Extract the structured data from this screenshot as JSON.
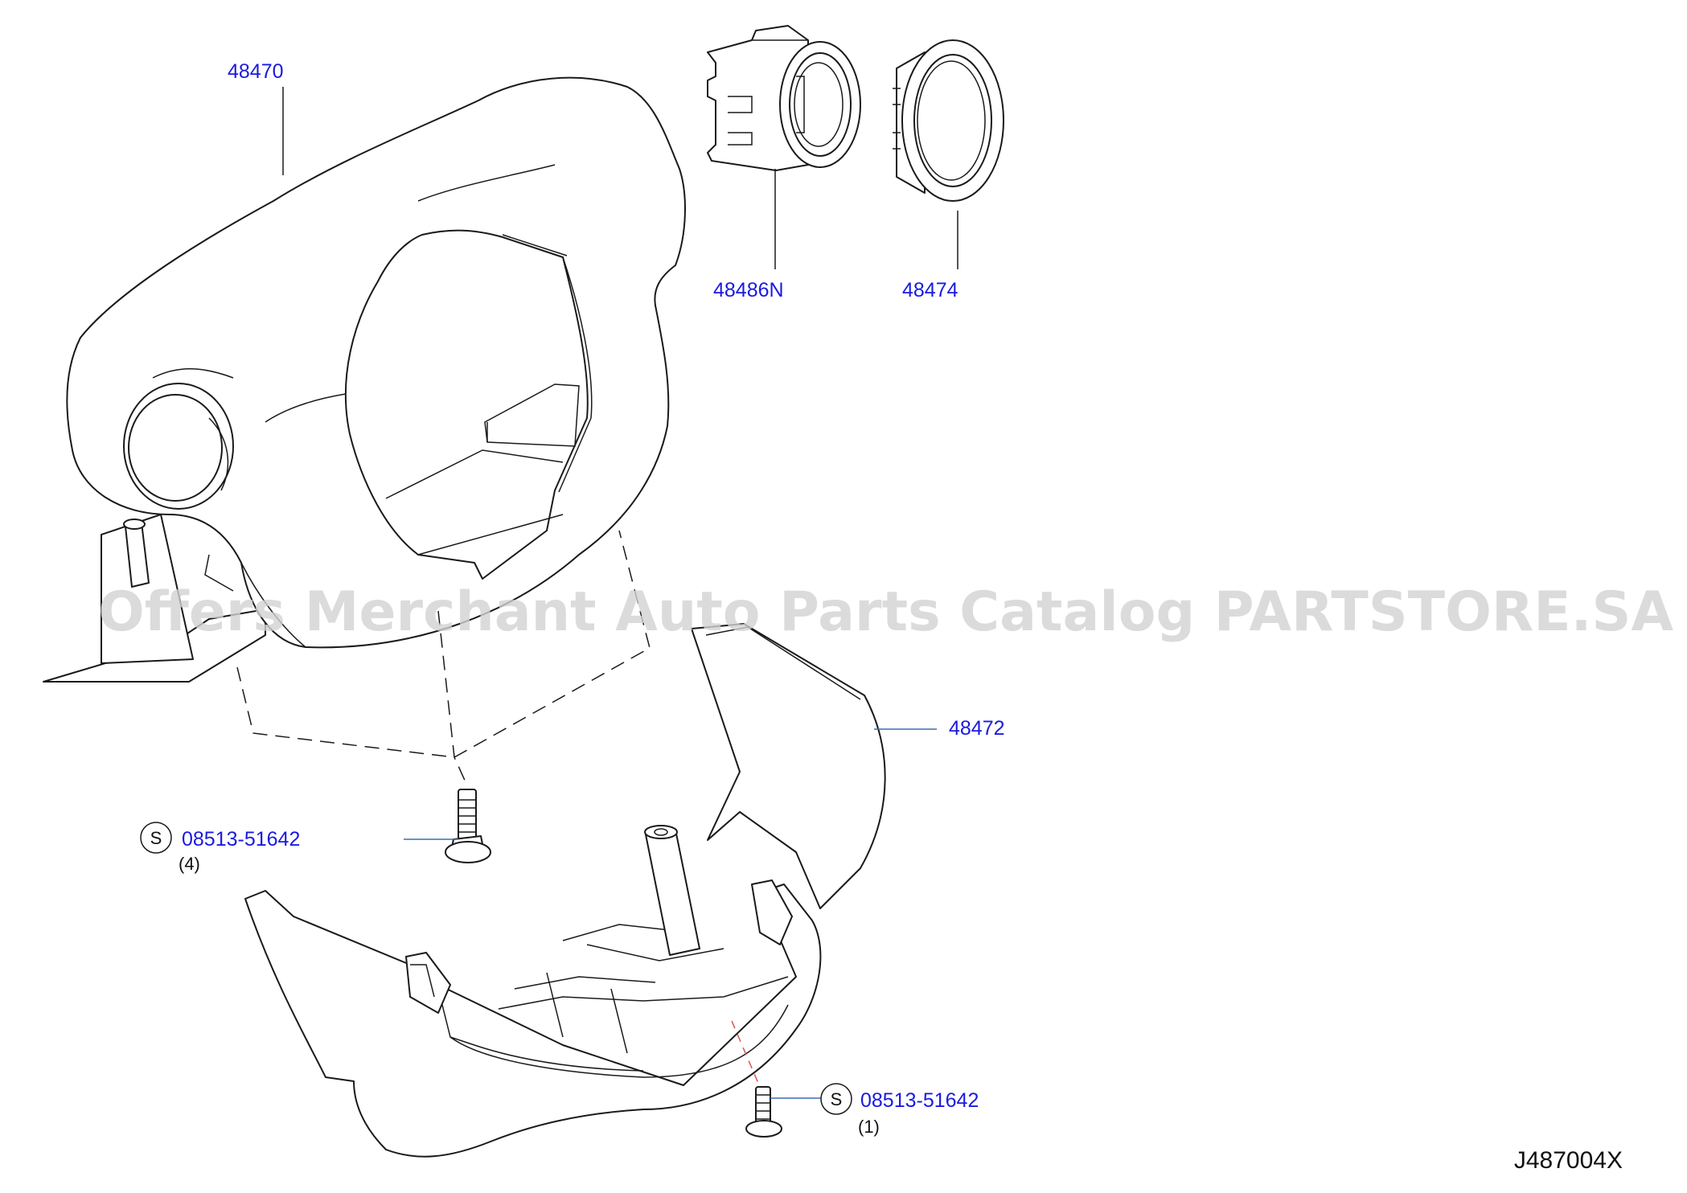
{
  "watermark": "Offers Merchant Auto Parts Catalog PARTSTORE.SA",
  "diagram_code": "J487004X",
  "callouts": {
    "cover_upper": "48470",
    "key_ring_housing": "48486N",
    "key_ring_bezel": "48474",
    "cover_lower": "48472",
    "screw_a": {
      "symbol": "S",
      "part": "08513-51642",
      "qty": "(4)"
    },
    "screw_b": {
      "symbol": "S",
      "part": "08513-51642",
      "qty": "(1)"
    }
  },
  "colors": {
    "callout_text": "#1a1ae0",
    "line": "#1a1a1a",
    "watermark": "#d2d2d2",
    "guide_dash": "#e05050"
  }
}
